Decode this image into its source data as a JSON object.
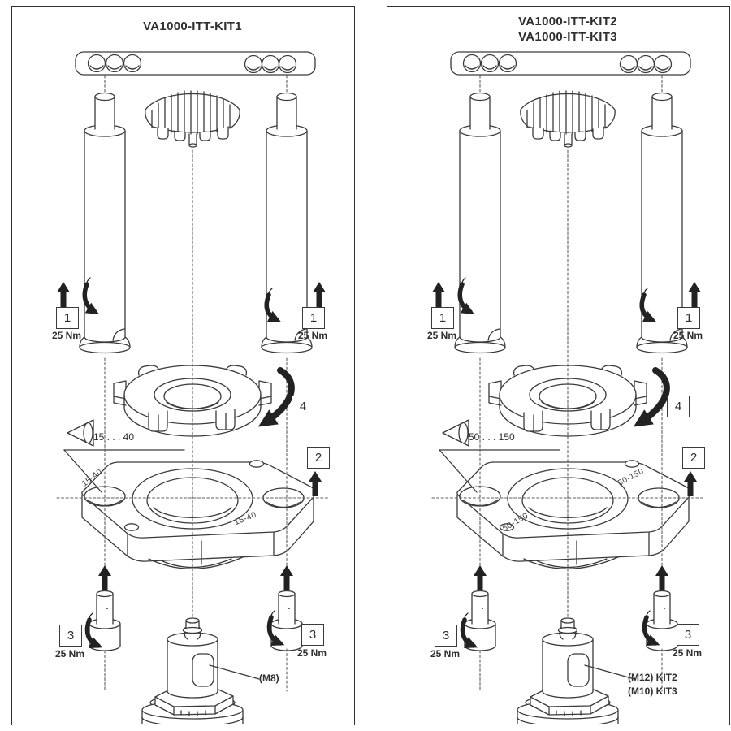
{
  "colors": {
    "line": "#3a3a3a",
    "arrow": "#222222",
    "background": "#ffffff"
  },
  "panels": [
    {
      "title_lines": [
        "VA1000-ITT-KIT1"
      ],
      "step1": {
        "label": "1",
        "torque": "25 Nm"
      },
      "step2": {
        "label": "2"
      },
      "step3": {
        "label": "3",
        "torque": "25 Nm"
      },
      "step4": {
        "label": "4"
      },
      "inspect_range": "15 . . . 40",
      "flange_marking": "15-40",
      "part_label_lines": [
        "(M8)"
      ]
    },
    {
      "title_lines": [
        "VA1000-ITT-KIT2",
        "VA1000-ITT-KIT3"
      ],
      "step1": {
        "label": "1",
        "torque": "25 Nm"
      },
      "step2": {
        "label": "2"
      },
      "step3": {
        "label": "3",
        "torque": "25 Nm"
      },
      "step4": {
        "label": "4"
      },
      "inspect_range": "50 . . . 150",
      "flange_marking": "50-150",
      "part_label_lines": [
        "(M12) KIT2",
        "(M10) KIT3"
      ]
    }
  ]
}
